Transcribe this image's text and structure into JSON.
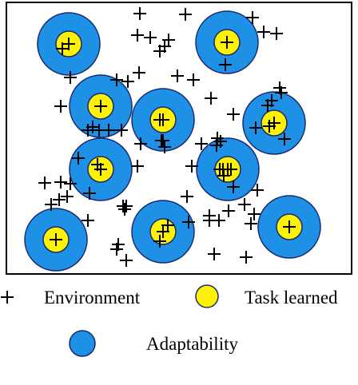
{
  "colors": {
    "adaptability_fill": "#1E90E6",
    "task_fill": "#FFF200",
    "outline": "#1a2a6c",
    "marker": "#000000"
  },
  "icons": {
    "environment": "plus-icon",
    "task": "yellow-circle-icon",
    "adaptability": "blue-circle-icon"
  },
  "legend": {
    "environment_label": "Environment",
    "task_label": "Task learned",
    "adaptability_label": "Adaptability"
  }
}
